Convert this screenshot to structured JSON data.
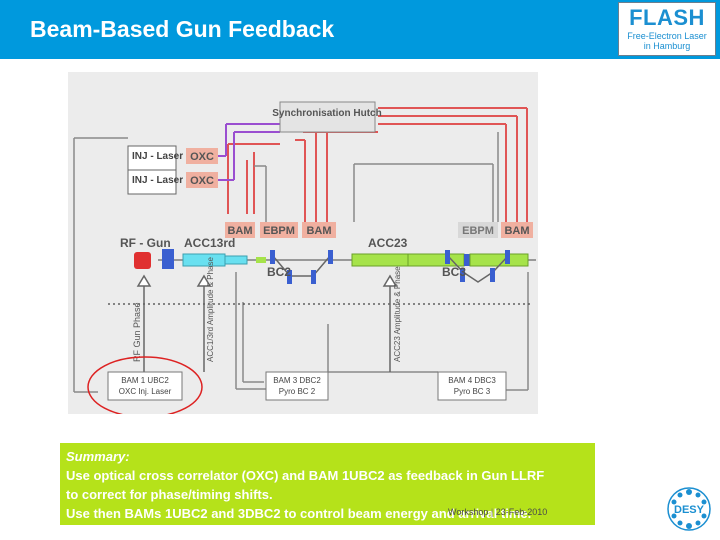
{
  "header": {
    "title": "Beam-Based Gun Feedback",
    "logo_text": "FLASH",
    "logo_subtitle_1": "Free-Electron Laser",
    "logo_subtitle_2": "in Hamburg"
  },
  "diagram": {
    "sync_hutch": "Synchronisation Hutch",
    "inj_laser_2": "INJ - Laser 2",
    "inj_laser_1": "INJ - Laser 1",
    "oxc_1": "OXC",
    "oxc_2": "OXC",
    "rf_gun": "RF - Gun",
    "acc13rd": "ACC13rd",
    "bam_1": "BAM",
    "ebpm_1": "EBPM",
    "bam_2": "BAM",
    "acc23": "ACC23",
    "ebpm_2": "EBPM",
    "bam_3": "BAM",
    "bc2": "BC2",
    "bc3": "BC3",
    "rf_gun_phase": "RF Gun Phase",
    "acc1_amp_phase": "ACC1/3rd Amplitude & Phase",
    "acc23_amp_phase": "ACC23 Amplitude & Phase",
    "box1_line1": "BAM 1 UBC2",
    "box1_line2": "OXC Inj. Laser",
    "box2_line1": "BAM 3 DBC2",
    "box2_line2": "Pyro BC 2",
    "box3_line1": "BAM 4 DBC3",
    "box3_line2": "Pyro BC 3"
  },
  "summary": {
    "title": "Summary:",
    "line1": "Use optical cross correlator (OXC) and BAM 1UBC2 as feedback in Gun LLRF",
    "line2": "to correct for phase/timing shifts.",
    "line3": "Use then BAMs 1UBC2 and 3DBC2 to control beam energy and arrival time."
  },
  "footer": {
    "event": "Workshop",
    "date": "23-Feb-2010"
  },
  "logos": {
    "desy": "DESY"
  },
  "colors": {
    "header_bg": "#0099dd",
    "summary_bg": "#b5e21a",
    "sync_red": "#e05555",
    "sync_purple": "#9a4ed0",
    "bam_label_bg": "#f0b0a0",
    "highlight_circle": "#dd2222"
  }
}
